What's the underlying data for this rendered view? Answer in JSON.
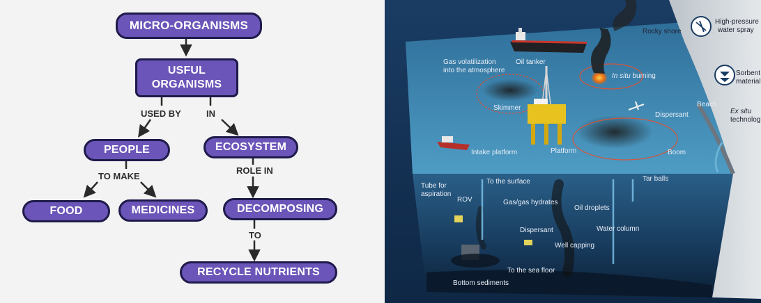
{
  "concept_map": {
    "nodes": {
      "micro": "MICRO-ORGANISMS",
      "useful_line1": "USFUL",
      "useful_line2": "ORGANISMS",
      "people": "PEOPLE",
      "ecosystem": "ECOSYSTEM",
      "food": "FOOD",
      "medicines": "MEDICINES",
      "decomposing": "DECOMPOSING",
      "recycle": "RECYCLE NUTRIENTS"
    },
    "edge_labels": {
      "used_by": "USED BY",
      "in": "IN",
      "to_make": "TO MAKE",
      "role_in": "ROLE IN",
      "to": "TO"
    }
  },
  "oil_spill_scene": {
    "labels": {
      "rocky_shore": "Rocky shore",
      "high_pressure_1": "High-pressure",
      "high_pressure_2": "water spray",
      "oil_tanker": "Oil tanker",
      "gas_volatilization_1": "Gas volatilization",
      "gas_volatilization_2": "into the atmosphere",
      "in_situ_italic": "In situ",
      "in_situ_rest": " burning",
      "sorbent_1": "Sorbent",
      "sorbent_2": "material",
      "beach": "Beach",
      "skimmer": "Skimmer",
      "dispersant_surface": "Dispersant",
      "ex_situ_1": "Ex situ",
      "ex_situ_2": "technologies",
      "intake_platform": "Intake platform",
      "platform": "Platform",
      "boom": "Boom",
      "tar_balls": "Tar balls",
      "tube_1": "Tube for",
      "tube_2": "aspiration",
      "to_surface": "To the surface",
      "rov": "ROV",
      "gas_hydrates": "Gas/gas hydrates",
      "oil_droplets": "Oil droplets",
      "dispersant_deep": "Dispersant",
      "water_column": "Water column",
      "well_capping": "Well capping",
      "to_sea_floor": "To the sea floor",
      "bottom_sediments": "Bottom sediments"
    }
  }
}
